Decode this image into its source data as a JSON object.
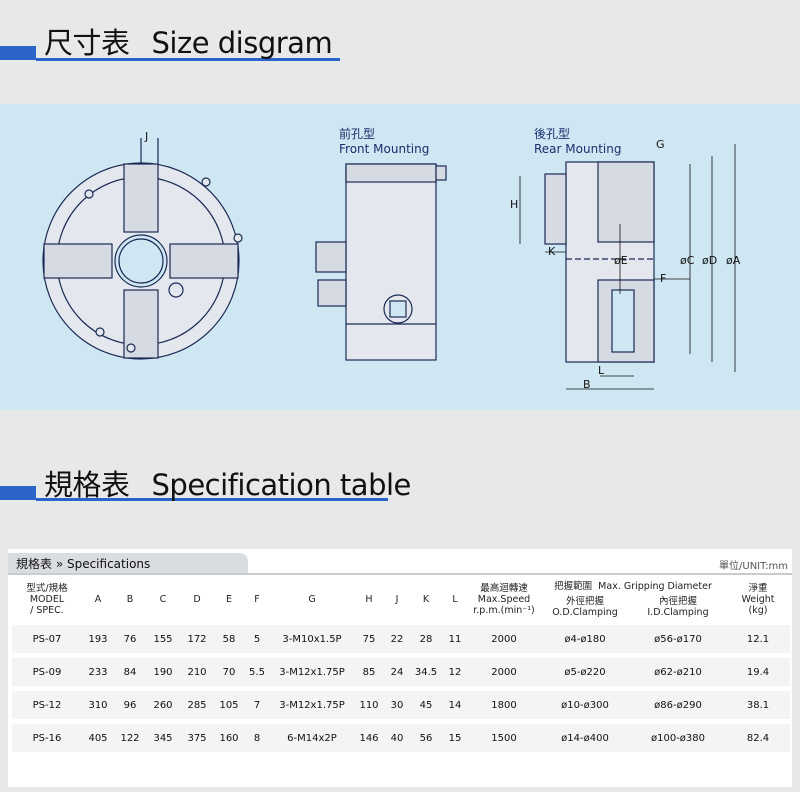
{
  "size_section": {
    "title_zh": "尺寸表",
    "title_en": "Size disgram"
  },
  "spec_section": {
    "title_zh": "規格表",
    "title_en": "Specification table"
  },
  "drawing": {
    "front_mounting_zh": "前孔型",
    "front_mounting_en": "Front Mounting",
    "rear_mounting_zh": "後孔型",
    "rear_mounting_en": "Rear Mounting",
    "dims": {
      "J": "J",
      "H": "H",
      "G": "G",
      "K": "K",
      "E": "øE",
      "C": "øC",
      "D": "øD",
      "A": "øA",
      "F": "F",
      "L": "L",
      "B": "B"
    }
  },
  "spec_table": {
    "caption": "規格表 » Specifications",
    "unit": "單位/UNIT:mm",
    "headers": {
      "model_zh": "型式/規格",
      "model_en1": "MODEL",
      "model_en2": "/ SPEC.",
      "cols": [
        "A",
        "B",
        "C",
        "D",
        "E",
        "F",
        "G",
        "H",
        "J",
        "K",
        "L"
      ],
      "speed_zh": "最高迴轉速",
      "speed_en1": "Max.Speed",
      "speed_en2": "r.p.m.(min⁻¹)",
      "grip_zh": "把握範圍",
      "grip_en": "Max. Gripping Diameter",
      "od_zh": "外徑把握",
      "od_en": "O.D.Clamping",
      "id_zh": "內徑把握",
      "id_en": "I.D.Clamping",
      "weight_zh": "淨重",
      "weight_en1": "Weight",
      "weight_en2": "(kg)"
    },
    "rows": [
      [
        "PS-07",
        "193",
        "76",
        "155",
        "172",
        "58",
        "5",
        "3-M10x1.5P",
        "75",
        "22",
        "28",
        "11",
        "2000",
        "ø4-ø180",
        "ø56-ø170",
        "12.1"
      ],
      [
        "PS-09",
        "233",
        "84",
        "190",
        "210",
        "70",
        "5.5",
        "3-M12x1.75P",
        "85",
        "24",
        "34.5",
        "12",
        "2000",
        "ø5-ø220",
        "ø62-ø210",
        "19.4"
      ],
      [
        "PS-12",
        "310",
        "96",
        "260",
        "285",
        "105",
        "7",
        "3-M12x1.75P",
        "110",
        "30",
        "45",
        "14",
        "1800",
        "ø10-ø300",
        "ø86-ø290",
        "38.1"
      ],
      [
        "PS-16",
        "405",
        "122",
        "345",
        "375",
        "160",
        "8",
        "6-M14x2P",
        "146",
        "40",
        "56",
        "15",
        "1500",
        "ø14-ø400",
        "ø100-ø380",
        "82.4"
      ]
    ]
  }
}
